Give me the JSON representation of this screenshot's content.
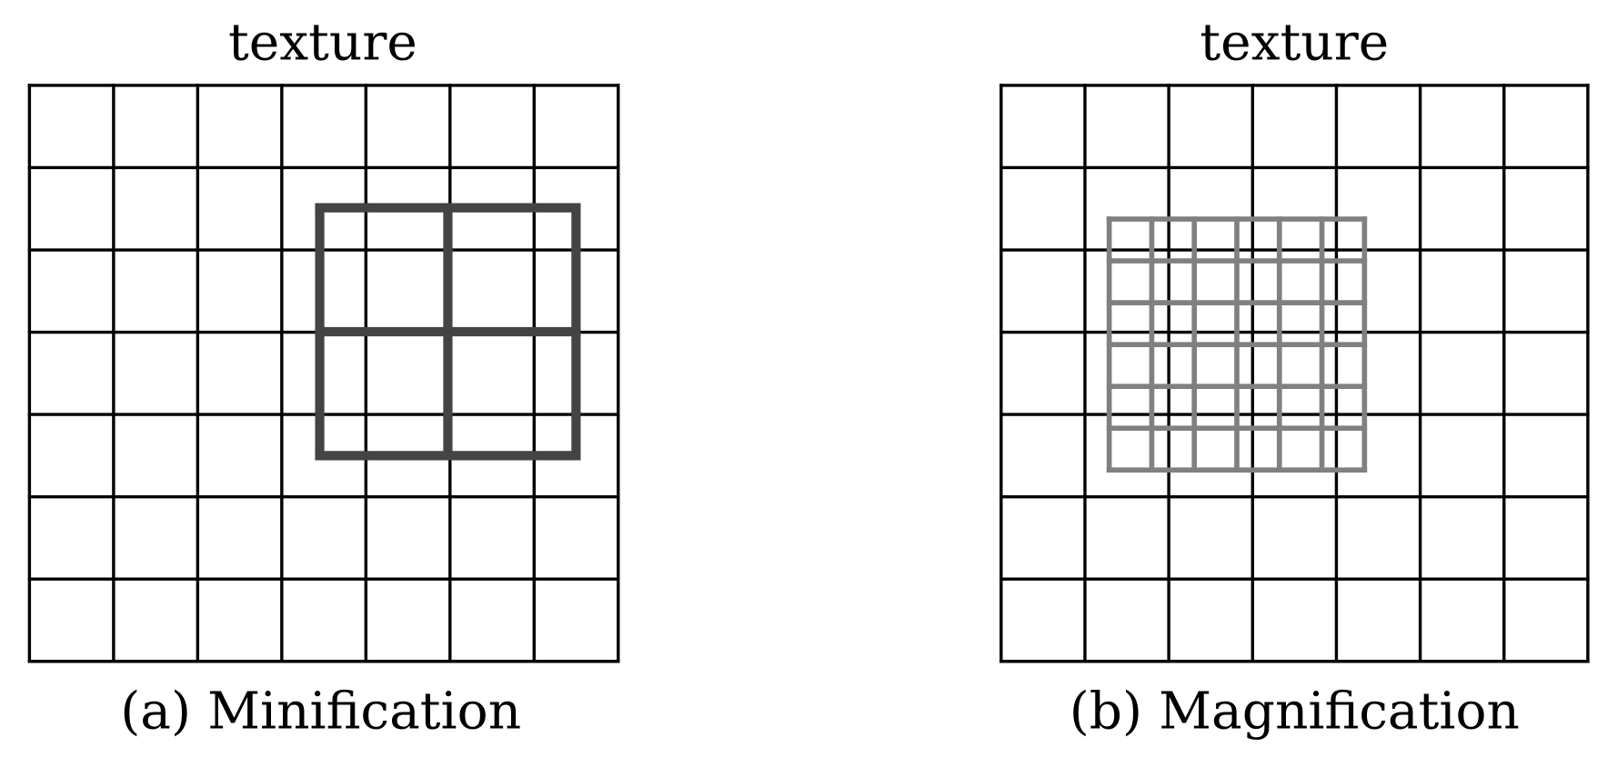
{
  "panels": [
    {
      "title": "texture",
      "caption": "(a) Minification",
      "overlay_color": "#444444",
      "texture_cells": 7,
      "overlay_cells": 2
    },
    {
      "title": "texture",
      "caption": "(b) Magnification",
      "overlay_color": "#808080",
      "texture_cells": 7,
      "overlay_cells": 6
    }
  ]
}
